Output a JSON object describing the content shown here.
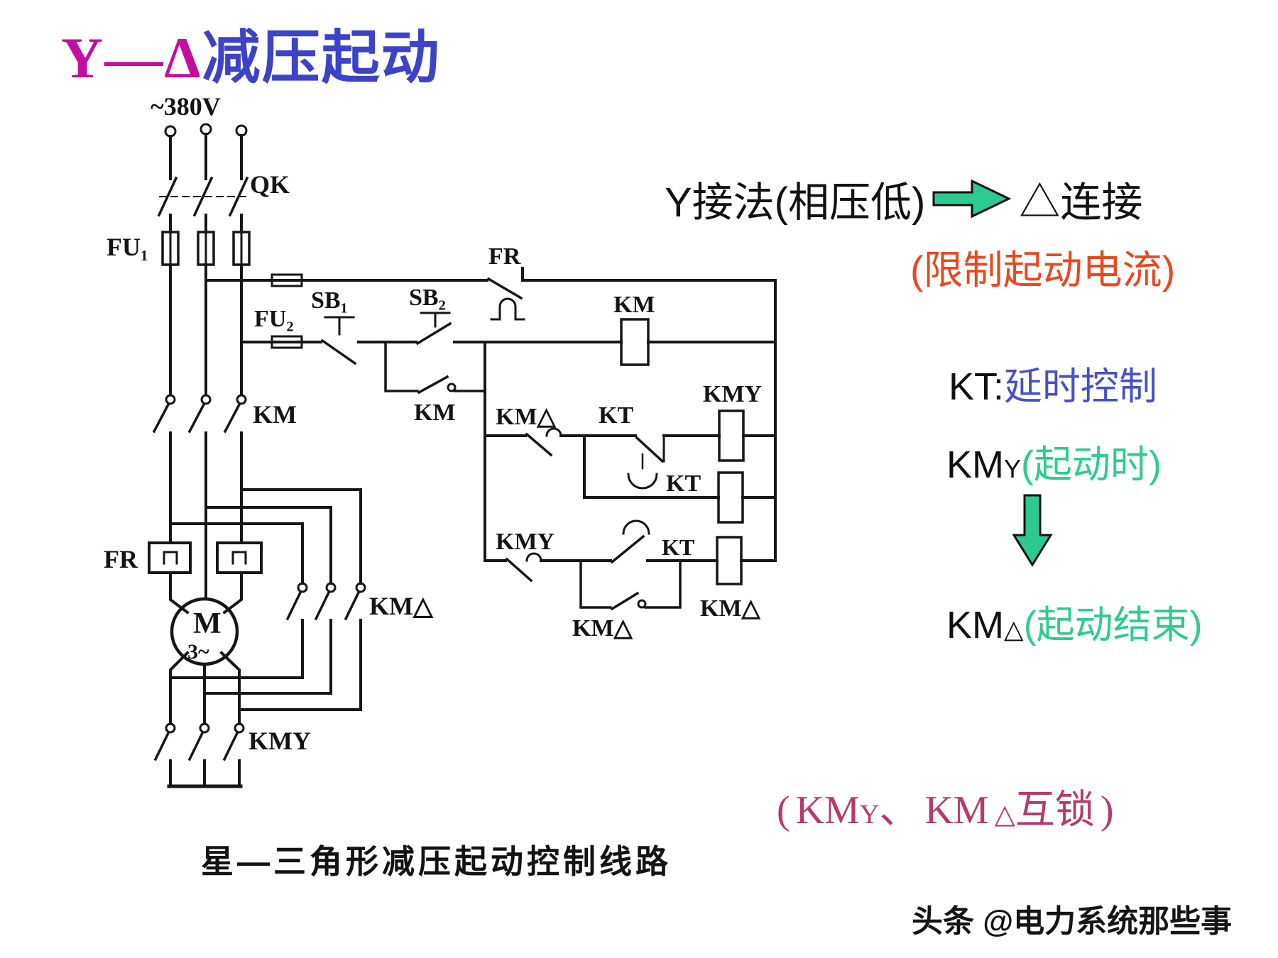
{
  "title": {
    "symbol": "Y—Δ",
    "text": "减压起动"
  },
  "flow": {
    "left": "Y接法(相压低)",
    "right": "△连接",
    "note": "(限制起动电流)"
  },
  "kt_line": {
    "label": "KT:",
    "desc": "延时控制"
  },
  "kmy_line": {
    "base": "KM",
    "sub": "Y",
    "desc": "(起动时)"
  },
  "kmd_line": {
    "base": "KM",
    "sub": "△",
    "desc": "(起动结束)"
  },
  "interlock": {
    "open": "(",
    "km1": "KM",
    "sub1": "Y",
    "comma": "、",
    "km2": "KM",
    "sub2": "△",
    "text": "互锁",
    "close": ")"
  },
  "caption": "星—三角形减压起动控制线路",
  "watermark": "头条 @电力系统那些事",
  "circuit": {
    "supply": "~380V",
    "qk": "QK",
    "fu1": "FU₁",
    "fu2": "FU₂",
    "sb1": "SB₁",
    "sb2": "SB₂",
    "fr_contact": "FR",
    "km_coil": "KM",
    "km_aux": "KM",
    "km_main": "KM",
    "kmd_nc": "KM△",
    "kt_delay": "KT",
    "kmy_coil": "KMY",
    "kt_coil": "KT",
    "kmy_nc": "KMY",
    "kt_no": "KT",
    "kmd_coil": "KM△",
    "kmd_aux": "KM△",
    "fr_heater": "FR",
    "kmd_power": "KM△",
    "kmy_power": "KMY",
    "motor": "M",
    "motor_phases": "3~"
  },
  "colors": {
    "title_symbol": "#C40EA0",
    "title_text": "#3C43C8",
    "note_orange": "#E8491F",
    "desc_blue": "#4750C8",
    "desc_green": "#2FCA92",
    "arrow_green": "#2DC993",
    "interlock_magenta": "#B43A6E"
  }
}
